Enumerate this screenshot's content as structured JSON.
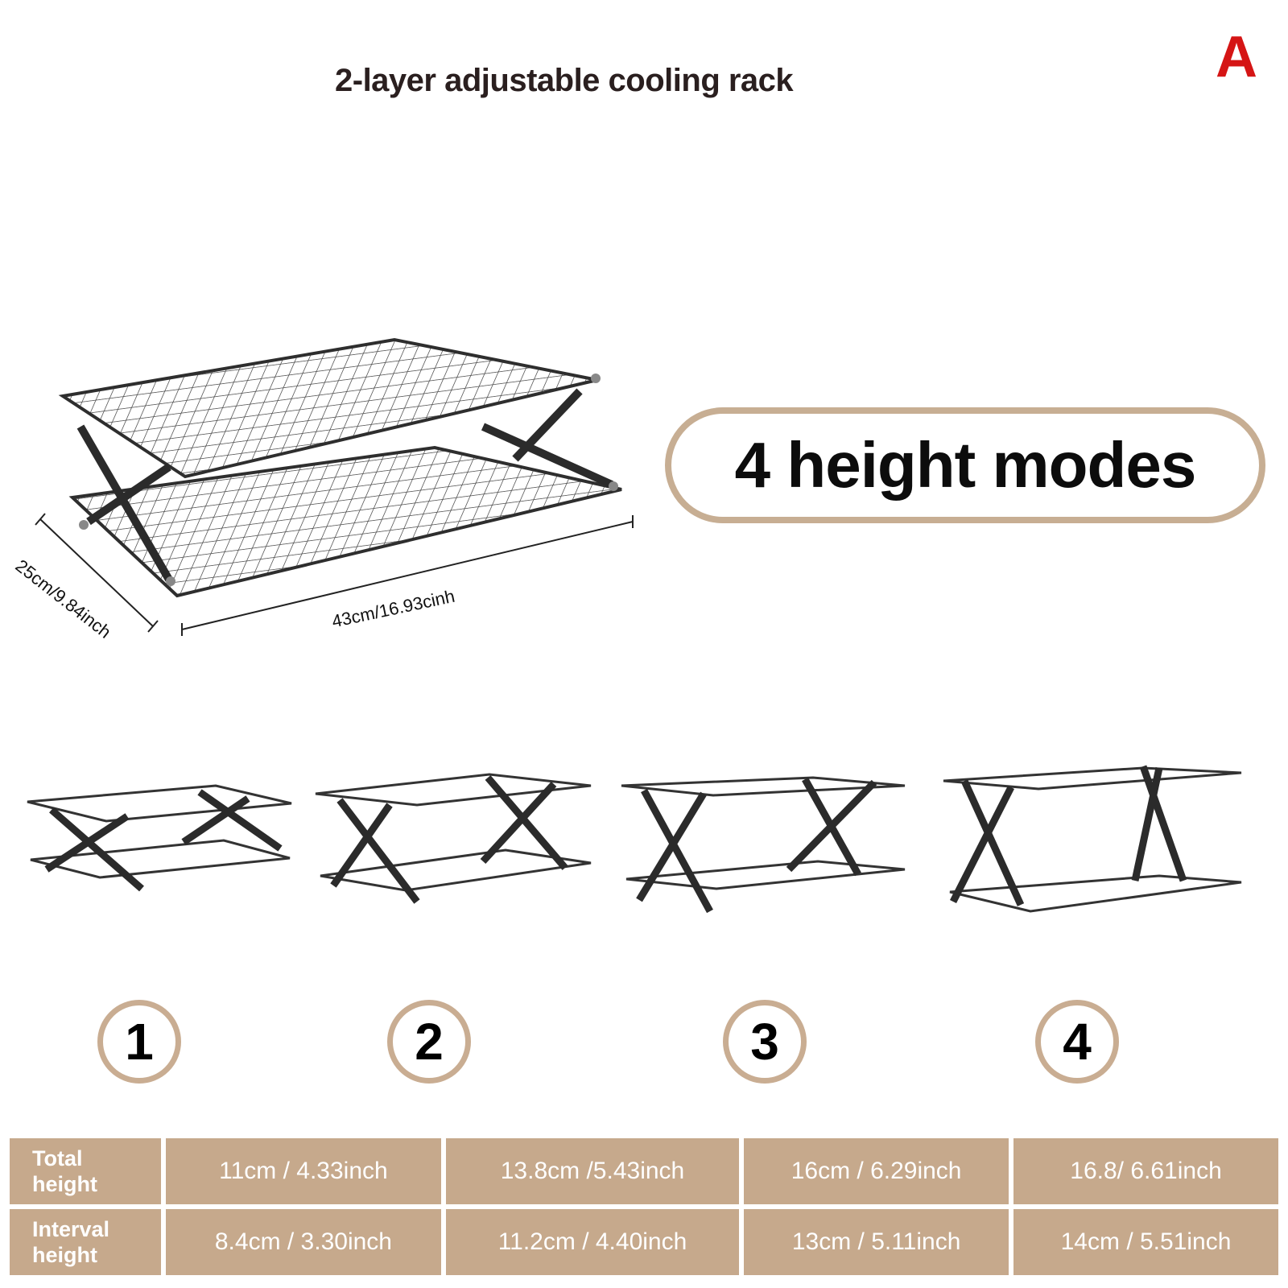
{
  "header": {
    "title": "2-layer adjustable cooling rack",
    "corner_letter": "A"
  },
  "product": {
    "width_label": "43cm/16.93cinh",
    "depth_label": "25cm/9.84inch"
  },
  "badge": {
    "text": "4 height modes"
  },
  "modes": [
    {
      "number": "1"
    },
    {
      "number": "2"
    },
    {
      "number": "3"
    },
    {
      "number": "4"
    }
  ],
  "specs": {
    "rows": [
      {
        "label_line1": "Total",
        "label_line2": "height",
        "values": [
          "11cm / 4.33inch",
          "13.8cm /5.43inch",
          "16cm / 6.29inch",
          "16.8/ 6.61inch"
        ]
      },
      {
        "label_line1": "Interval",
        "label_line2": "height",
        "values": [
          "8.4cm / 3.30inch",
          "11.2cm / 4.40inch",
          "13cm / 5.11inch",
          "14cm / 5.51inch"
        ]
      }
    ]
  },
  "colors": {
    "accent": "#c9ad92",
    "table_bg": "#c6a98c",
    "corner_letter": "#d51515",
    "wire": "#3a3a3a"
  }
}
